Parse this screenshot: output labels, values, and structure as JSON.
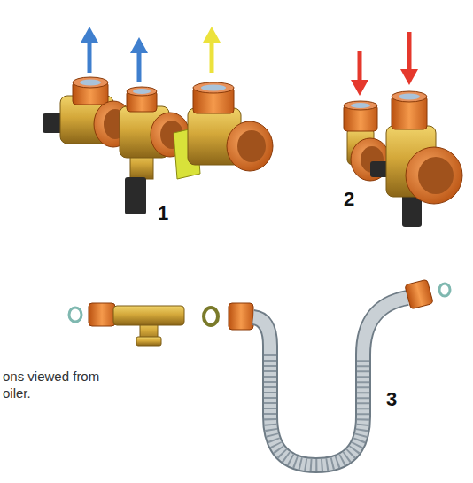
{
  "diagram": {
    "caption": "ons viewed from oiler.",
    "labels": [
      "1",
      "2",
      "3"
    ]
  }
}
